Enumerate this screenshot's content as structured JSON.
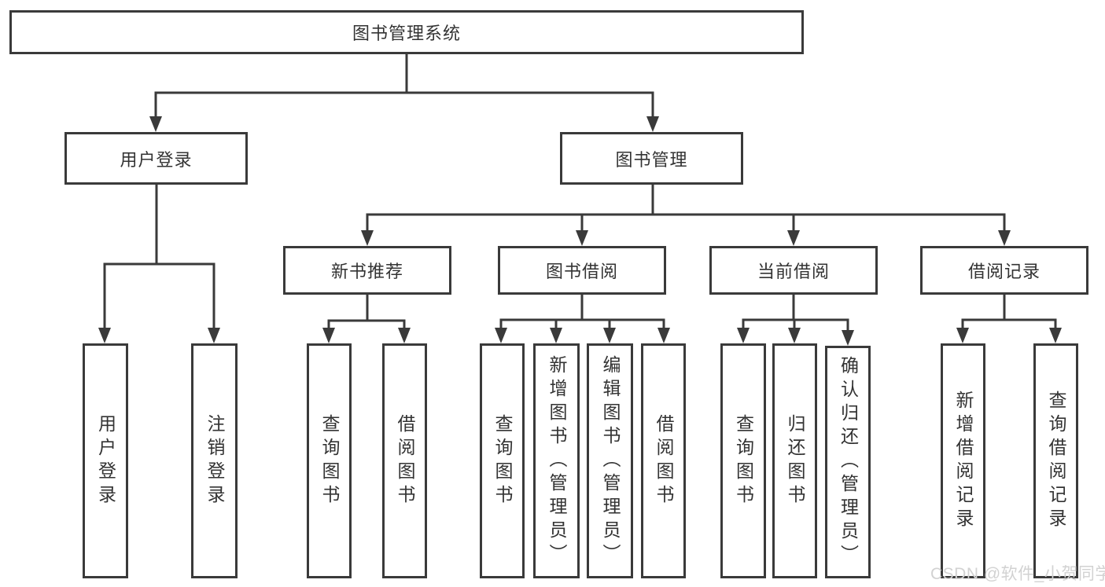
{
  "root": {
    "label": "图书管理系统"
  },
  "level2": [
    {
      "label": "用户登录",
      "children": [
        {
          "label": "用户登录"
        },
        {
          "label": "注销登录"
        }
      ]
    },
    {
      "label": "图书管理"
    }
  ],
  "level3": [
    {
      "label": "新书推荐",
      "children": [
        {
          "label": "查询图书"
        },
        {
          "label": "借阅图书"
        }
      ]
    },
    {
      "label": "图书借阅",
      "children": [
        {
          "label": "查询图书"
        },
        {
          "label": "新增图书（管理员）"
        },
        {
          "label": "编辑图书（管理员）"
        },
        {
          "label": "借阅图书"
        }
      ]
    },
    {
      "label": "当前借阅",
      "children": [
        {
          "label": "查询图书"
        },
        {
          "label": "归还图书"
        },
        {
          "label": "确认归还（管理员）"
        }
      ]
    },
    {
      "label": "借阅记录",
      "children": [
        {
          "label": "新增借阅记录"
        },
        {
          "label": "查询借阅记录"
        }
      ]
    }
  ],
  "watermark": {
    "text": "CSDN @软件_小贺同学"
  },
  "colors": {
    "line": "#3a3a3a",
    "text": "#333333",
    "watermark": "#d2d2d2",
    "background": "#ffffff"
  }
}
